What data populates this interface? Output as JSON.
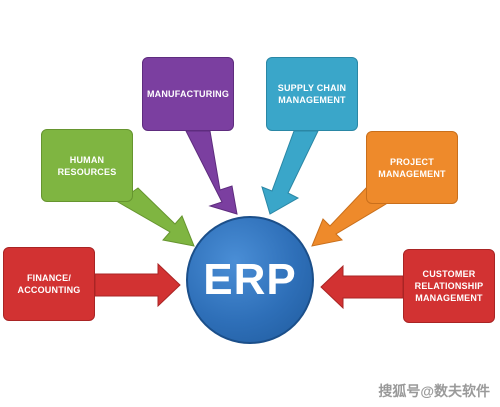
{
  "hub": {
    "label": "ERP"
  },
  "modules": {
    "manufacturing": "MANUFACTURING",
    "supply_chain": "SUPPLY CHAIN\nMANAGEMENT",
    "human_resources": "HUMAN\nRESOURCES",
    "project": "PROJECT\nMANAGEMENT",
    "finance": "FINANCE/\nACCOUNTING",
    "crm": "CUSTOMER\nRELATIONSHIP\nMANAGEMENT"
  },
  "watermark": "搜狐号@数夫软件",
  "colors": {
    "manufacturing": "#7b3fa0",
    "supply_chain": "#3aa6c9",
    "human_resources": "#7fb541",
    "project": "#ee8a2b",
    "finance": "#d23232",
    "crm": "#d23232",
    "hub": "#2e6fb8"
  }
}
